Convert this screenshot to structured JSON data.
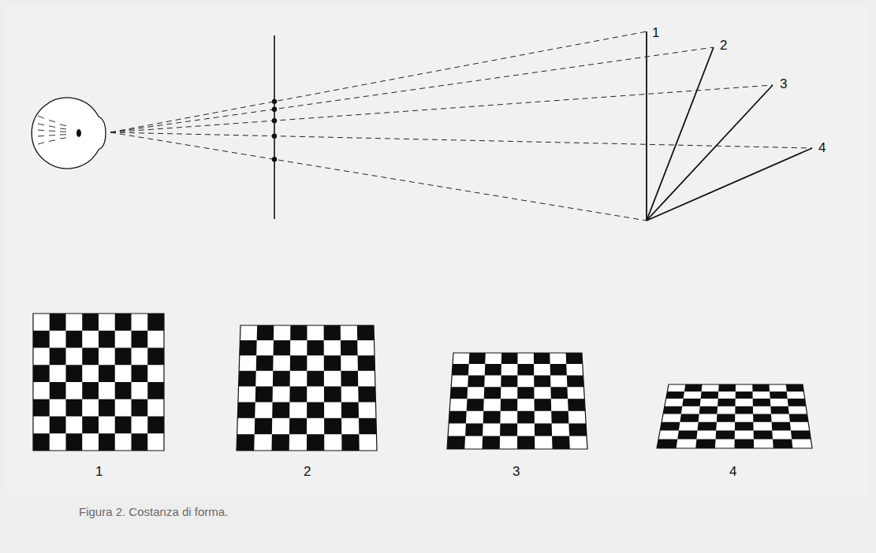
{
  "diagram": {
    "caption": "Figura 2. Costanza di forma.",
    "labels": [
      "1",
      "2",
      "3",
      "4",
      "1",
      "2",
      "3",
      "4"
    ]
  }
}
